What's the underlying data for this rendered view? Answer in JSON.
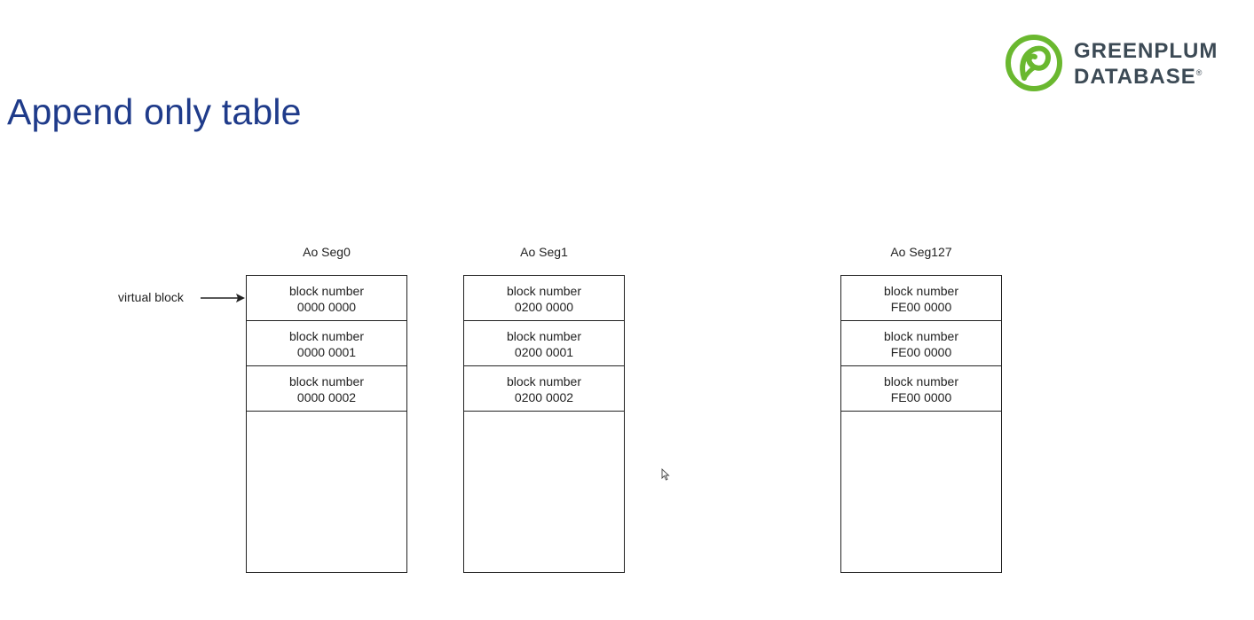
{
  "slide": {
    "title": "Append only table"
  },
  "logo": {
    "line1": "GREENPLUM",
    "line2": "DATABASE",
    "registered": "®",
    "color": "#6ab82f"
  },
  "annotation": {
    "label": "virtual block"
  },
  "segments": [
    {
      "label": "Ao Seg0",
      "blocks": [
        {
          "line1": "block number",
          "line2": "0000 0000"
        },
        {
          "line1": "block number",
          "line2": "0000 0001"
        },
        {
          "line1": "block number",
          "line2": "0000 0002"
        }
      ]
    },
    {
      "label": "Ao Seg1",
      "blocks": [
        {
          "line1": "block number",
          "line2": "0200 0000"
        },
        {
          "line1": "block number",
          "line2": "0200 0001"
        },
        {
          "line1": "block number",
          "line2": "0200 0002"
        }
      ]
    },
    {
      "label": "Ao Seg127",
      "blocks": [
        {
          "line1": "block number",
          "line2": "FE00 0000"
        },
        {
          "line1": "block number",
          "line2": "FE00 0000"
        },
        {
          "line1": "block number",
          "line2": "FE00 0000"
        }
      ]
    }
  ]
}
